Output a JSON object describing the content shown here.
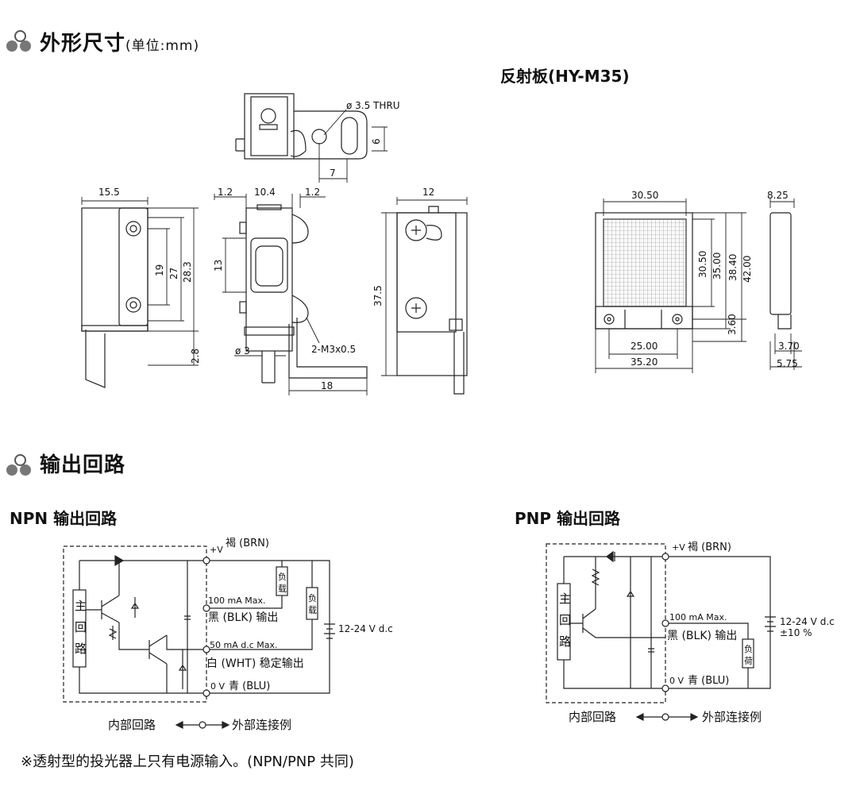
{
  "header": {
    "title": "外形尺寸",
    "unit": "(单位:mm)",
    "reflector_title": "反射板(HY-M35)"
  },
  "dims": {
    "thru": "ø 3.5 THRU",
    "d6": "6",
    "d7": "7",
    "d15_5": "15.5",
    "d1_2a": "1.2",
    "d10_4": "10.4",
    "d1_2b": "1.2",
    "d12": "12",
    "d19": "19",
    "d27": "27",
    "d28_3": "28.3",
    "d13": "13",
    "d37_5": "37.5",
    "d2_8": "2.8",
    "dphi3": "ø 3",
    "m3": "2-M3x0.5",
    "d18": "18",
    "r30_50w": "30.50",
    "r8_25": "8.25",
    "r30_50h": "30.50",
    "r35_00": "35.00",
    "r38_40": "38.40",
    "r42_00": "42.00",
    "r3_60": "3.60",
    "r25_00": "25.00",
    "r35_20": "35.20",
    "r3_70": "3.70",
    "r5_75": "5.75"
  },
  "output": {
    "title": "输出回路",
    "npn_title": "NPN 输出回路",
    "pnp_title": "PNP 输出回路"
  },
  "npn": {
    "vplus": "+V",
    "brn": "褐 (BRN)",
    "ma100": "100 mA Max.",
    "blk": "黑 (BLK) 输出",
    "ma50": "50 mA d.c Max.",
    "wht": "白 (WHT) 稳定输出",
    "ov": "0 V",
    "blu": "青 (BLU)",
    "supply": "12-24 V d.c",
    "main1": "主",
    "main2": "回",
    "main3": "路",
    "load1a": "负",
    "load1b": "载",
    "load2a": "负",
    "load2b": "载",
    "internal": "内部回路",
    "external": "外部连接例"
  },
  "pnp": {
    "vplus": "+V",
    "brn": "褐 (BRN)",
    "ma100": "100 mA Max.",
    "blk": "黑 (BLK)  输出",
    "ov": "0 V",
    "blu": "青 (BLU)",
    "supply": "12-24 V d.c",
    "tol": "±10 %",
    "main1": "主",
    "main2": "回",
    "main3": "路",
    "load1": "负",
    "load2": "荷",
    "internal": "内部回路",
    "external": "外部连接例"
  },
  "footnote": "※透射型的投光器上只有电源输入。(NPN/PNP 共同)"
}
